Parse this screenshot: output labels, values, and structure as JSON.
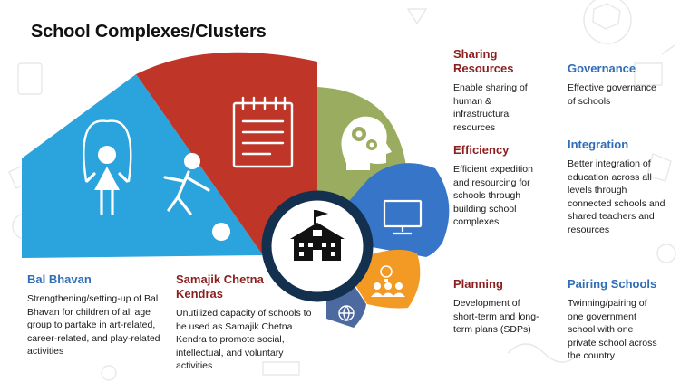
{
  "title": "School Complexes/Clusters",
  "colors": {
    "sky_blue": "#2ba3dc",
    "red": "#bf3528",
    "olive_green": "#9aac5f",
    "blue": "#3675c8",
    "orange": "#f39a25",
    "slate": "#4d6aa0",
    "navy_ring": "#14304f",
    "heading_maroon": "#8b1e1e",
    "heading_blue": "#2f6db5"
  },
  "segments": [
    {
      "id": "bal-bhavan",
      "icon": "children-playing-icon"
    },
    {
      "id": "samajik",
      "icon": "notepad-icon"
    },
    {
      "id": "sharing",
      "icon": "brain-gears-icon"
    },
    {
      "id": "efficiency",
      "icon": "monitor-icon"
    },
    {
      "id": "planning",
      "icon": "group-idea-icon"
    },
    {
      "id": "governance",
      "icon": "globe-icon"
    }
  ],
  "center_icon": "school-building-icon",
  "blocks": {
    "bal_bhavan": {
      "heading": "Bal Bhavan",
      "body": "Strengthening/setting-up of Bal Bhavan for children of all age group to partake in art-related, career-related, and play-related activities"
    },
    "samajik": {
      "heading": "Samajik Chetna Kendras",
      "body": "Unutilized capacity of schools to be used as Samajik Chetna Kendra to promote social, intellectual, and voluntary activities"
    },
    "sharing": {
      "heading": "Sharing Resources",
      "body": "Enable sharing of human & infrastructural resources"
    },
    "efficiency": {
      "heading": "Efficiency",
      "body": "Efficient expedition and resourcing for schools through building school complexes"
    },
    "planning": {
      "heading": "Planning",
      "body": "Development of short-term and long-term plans (SDPs)"
    },
    "governance": {
      "heading": "Governance",
      "body": "Effective governance of schools"
    },
    "integration": {
      "heading": "Integration",
      "body": "Better integration of education across all levels through connected schools and shared teachers and resources"
    },
    "pairing": {
      "heading": "Pairing Schools",
      "body": "Twinning/pairing of one government school with one private school across the country"
    }
  }
}
